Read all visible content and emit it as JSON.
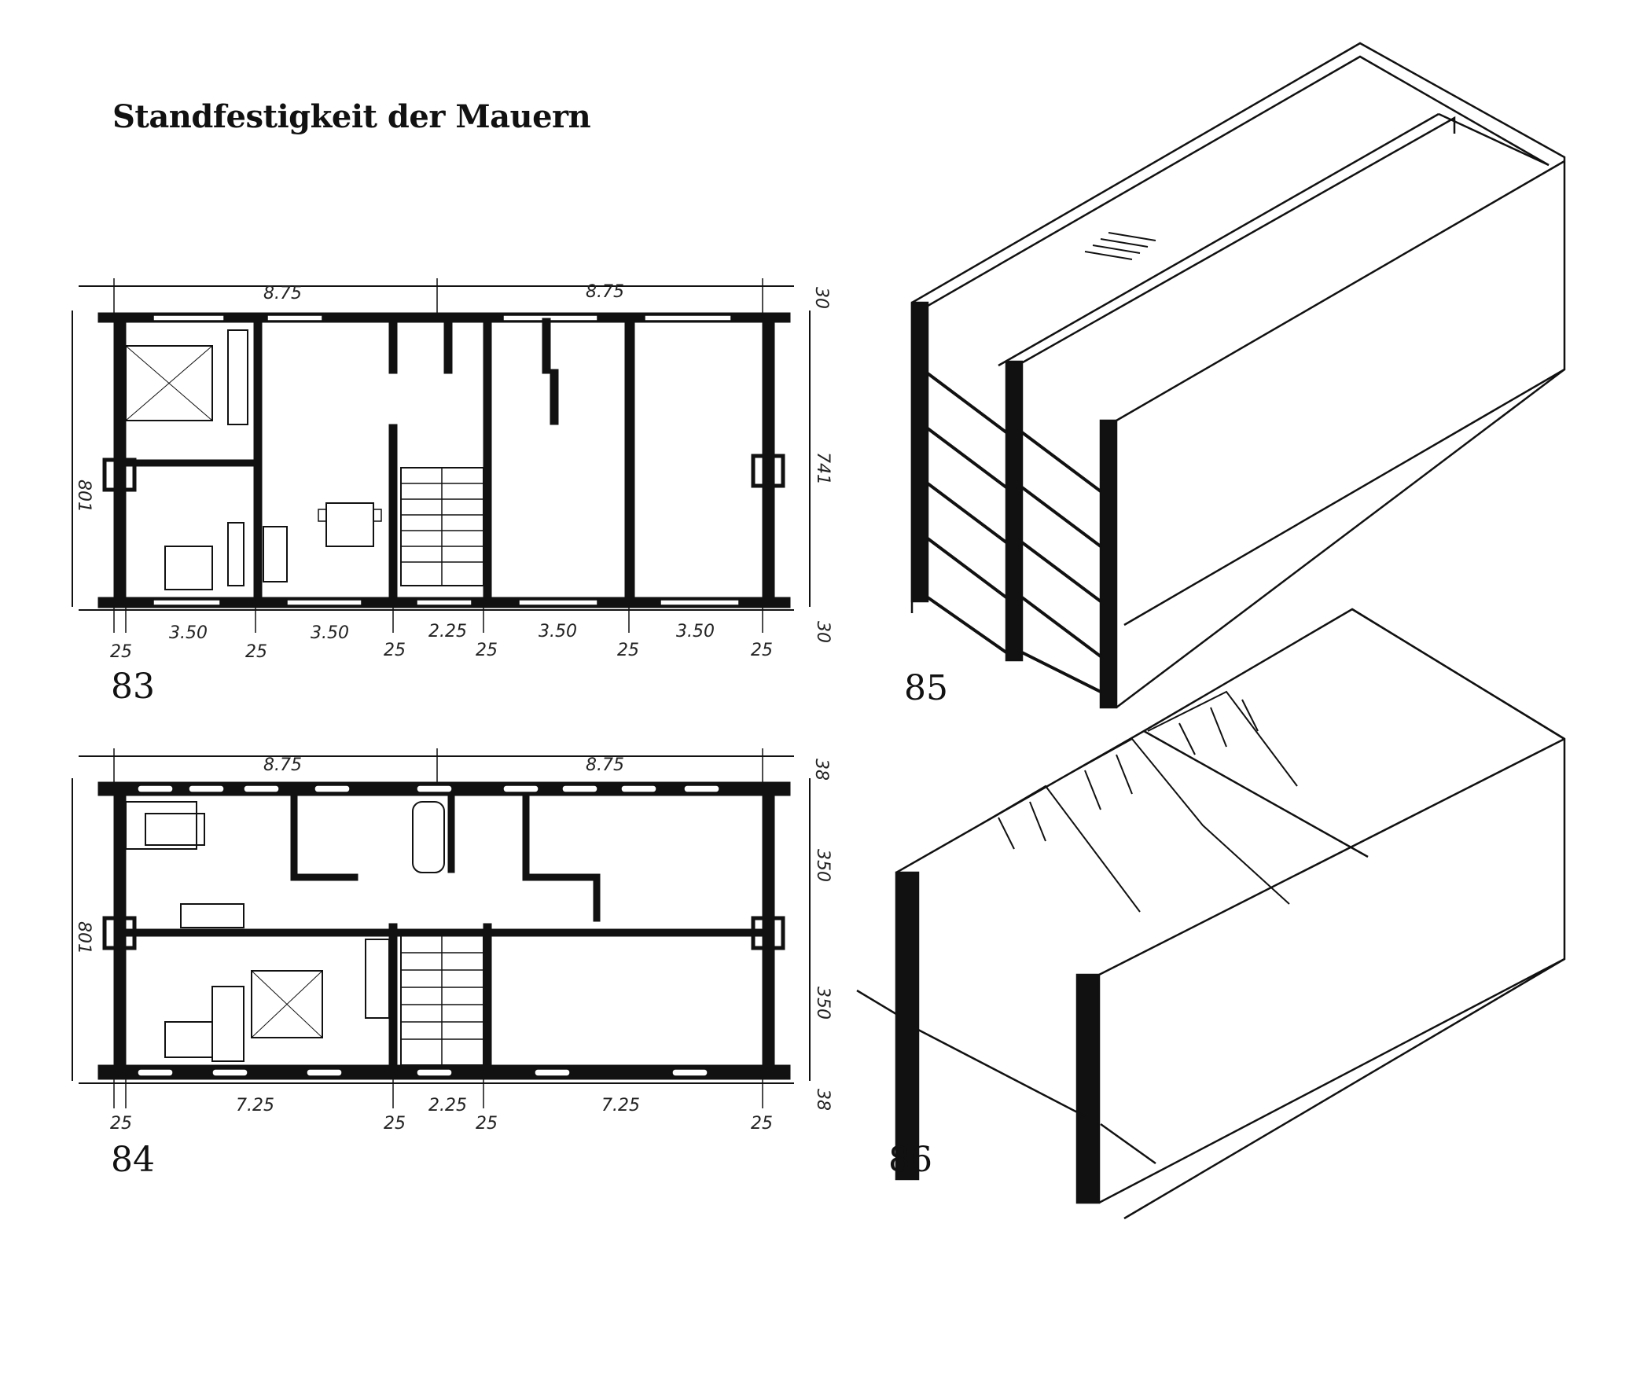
{
  "title": "Standfestigkeit der Mauern",
  "figures": {
    "fig83": {
      "number": "83",
      "dims_top": [
        "8.75",
        "8.75"
      ],
      "dims_bottom": [
        "3.50",
        "3.50",
        "2.25",
        "3.50",
        "3.50"
      ],
      "wall_marks": [
        "25",
        "25",
        "25",
        "25",
        "25",
        "25"
      ],
      "dim_left": "801",
      "dims_right": [
        "30",
        "741",
        "30"
      ]
    },
    "fig84": {
      "number": "84",
      "dims_top": [
        "8.75",
        "8.75"
      ],
      "dims_bottom": [
        "7.25",
        "2.25",
        "7.25"
      ],
      "wall_marks": [
        "25",
        "25",
        "25",
        "25"
      ],
      "dim_left": "801",
      "dims_right": [
        "38",
        "350",
        "350",
        "38"
      ]
    },
    "fig85": {
      "number": "85"
    },
    "fig86": {
      "number": "86"
    }
  }
}
